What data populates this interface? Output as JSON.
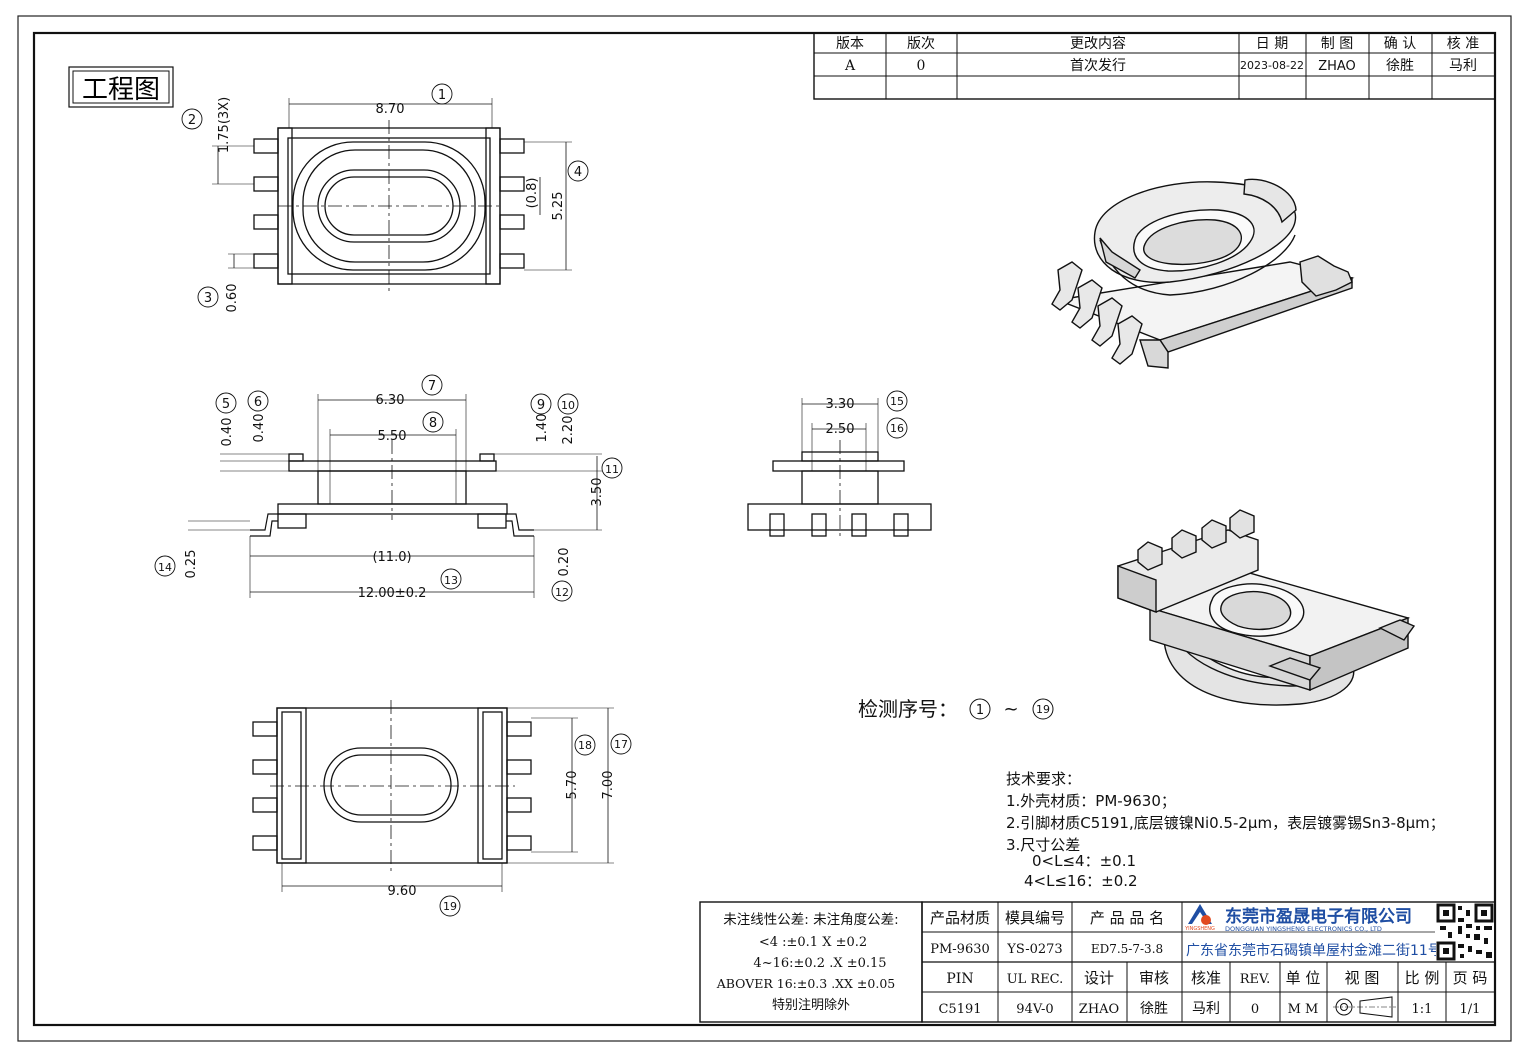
{
  "title_label": "工程图",
  "revision_table": {
    "headers": [
      "版本",
      "版次",
      "更改内容",
      "日 期",
      "制 图",
      "确 认",
      "核 准"
    ],
    "rows": [
      [
        "A",
        "0",
        "首次发行",
        "2023-08-22",
        "ZHAO",
        "徐胜",
        "马利"
      ]
    ]
  },
  "dimensions": {
    "top_view": {
      "d1": "8.70",
      "d2": "1.75(3X)",
      "d3": "0.60",
      "d4": "5.25",
      "d5": "(0.8)",
      "c1": "1",
      "c2": "2",
      "c3": "3",
      "c4": "4"
    },
    "front_view": {
      "d6": "6.30",
      "d7": "5.50",
      "d8": "0.40",
      "d9": "0.40",
      "d10": "1.40",
      "d11": "2.20",
      "d12": "3.50",
      "d13": "(11.0)",
      "d14": "12.00±0.2",
      "d15": "0.25",
      "d16": "0.20",
      "c5": "5",
      "c6": "6",
      "c7": "7",
      "c8": "8",
      "c9": "9",
      "c10": "10",
      "c11": "11",
      "c12": "12",
      "c13": "13",
      "c14": "14"
    },
    "side_view": {
      "d17": "3.30",
      "d18": "2.50",
      "c15": "15",
      "c16": "16"
    },
    "bottom_view": {
      "d19": "5.70",
      "d20": "7.00",
      "d21": "9.60",
      "c17": "17",
      "c18": "18",
      "c19": "19"
    }
  },
  "inspection": {
    "label": "检测序号：",
    "from": "1",
    "sep": "~",
    "to": "19"
  },
  "tech_requirements": {
    "title": "技术要求：",
    "lines": [
      "1.外壳材质：PM-9630；",
      "2.引脚材质C5191,底层镀镍Ni0.5-2μm，表层镀雾锡Sn3-8μm；",
      "3.尺寸公差",
      "0<L≤4：±0.1",
      "4<L≤16：±0.2"
    ]
  },
  "tolerance_box": {
    "header": "未注线性公差:  未注角度公差:",
    "lines": [
      "<4 :±0.1  X ±0.2",
      "4~16:±0.2  .X ±0.15",
      "ABOVER 16:±0.3  .XX ±0.05",
      "特别注明除外"
    ]
  },
  "title_block": {
    "row1_labels": [
      "产品材质",
      "模具编号",
      "产 品 品 名"
    ],
    "row2_values": [
      "PM-9630",
      "YS-0273",
      "ED7.5-7-3.8"
    ],
    "row3_labels": [
      "PIN",
      "UL REC.",
      "设计",
      "审核",
      "核准",
      "REV.",
      "单 位",
      "视 图",
      "比 例",
      "页 码"
    ],
    "row4_values": [
      "C5191",
      "94V-0",
      "ZHAO",
      "徐胜",
      "马利",
      "0",
      "M M",
      "",
      "1:1",
      "1/1"
    ],
    "company_cn": "东莞市盈晟电子有限公司",
    "company_en": "DONGGUAN YINGSHENG ELECTRONICS CO., LTD",
    "logo_text": "YINGSHENG",
    "address": "广东省东莞市石碣镇单屋村金滩二街11号"
  }
}
